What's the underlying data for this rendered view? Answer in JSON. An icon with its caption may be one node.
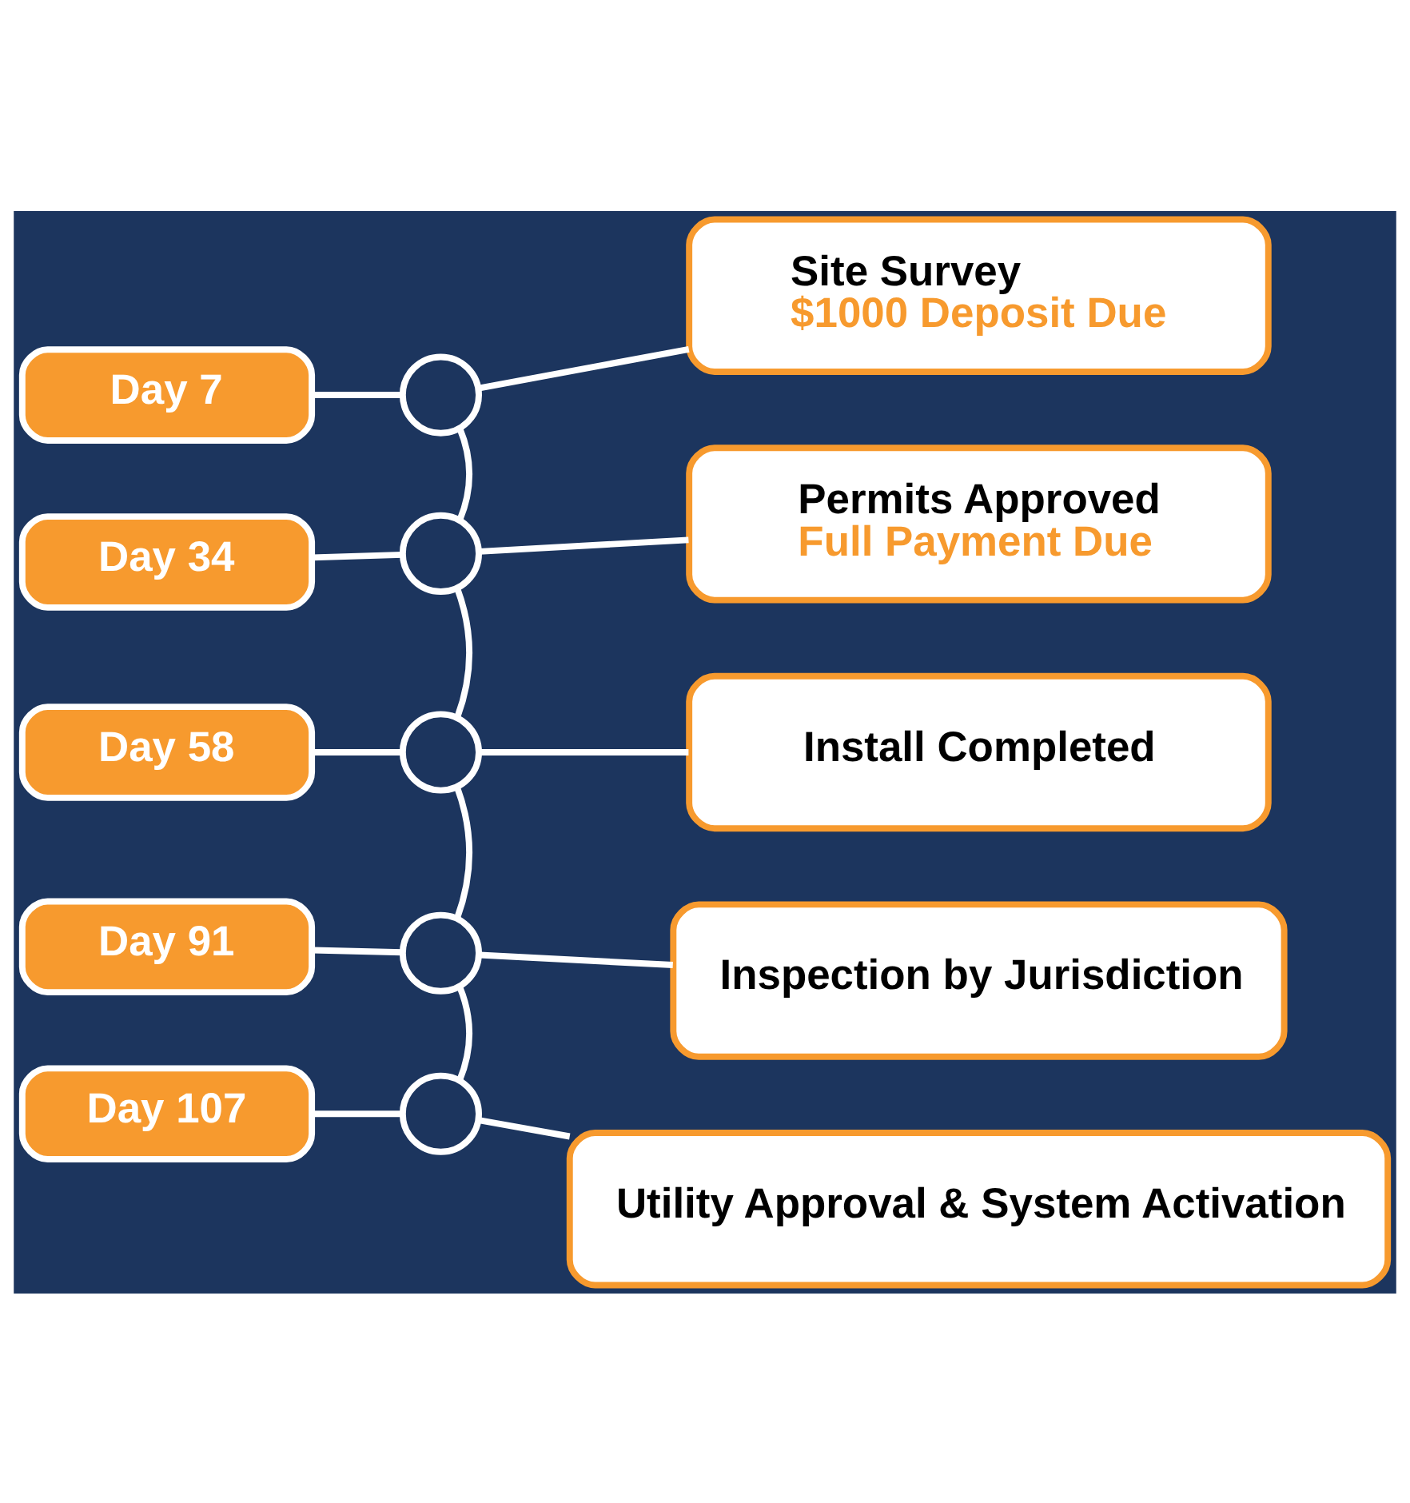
{
  "diagram": {
    "nodes": [
      {
        "text": [
          "Day 7"
        ]
      },
      {
        "text": [],
        "shape": "circle"
      },
      {
        "text": [
          "Site Survey",
          "$1000 Deposit Due"
        ]
      },
      {
        "text": [
          "Day 34"
        ]
      },
      {
        "text": [],
        "shape": "circle"
      },
      {
        "text": [
          "Permits Approved",
          "Full Payment Due"
        ]
      },
      {
        "text": [
          "Day 58"
        ]
      },
      {
        "text": [],
        "shape": "circle"
      },
      {
        "text": [
          "Install Completed"
        ]
      },
      {
        "text": [
          "Day 91"
        ]
      },
      {
        "text": [],
        "shape": "circle"
      },
      {
        "text": [
          "Inspection by Jurisdiction"
        ]
      },
      {
        "text": [
          "Day 107"
        ]
      },
      {
        "text": [],
        "shape": "circle"
      },
      {
        "text": [
          "Utility Approval & System Activation"
        ]
      }
    ],
    "edges": [
      {
        "from": 0,
        "to": 1,
        "arrow": "none"
      },
      {
        "from": 1,
        "to": 2,
        "arrow": "none"
      },
      {
        "from": 3,
        "to": 4,
        "arrow": "none"
      },
      {
        "from": 4,
        "to": 5,
        "arrow": "none"
      },
      {
        "from": 6,
        "to": 7,
        "arrow": "none"
      },
      {
        "from": 7,
        "to": 8,
        "arrow": "none"
      },
      {
        "from": 9,
        "to": 10,
        "arrow": "none"
      },
      {
        "from": 10,
        "to": 11,
        "arrow": "none"
      },
      {
        "from": 12,
        "to": 13,
        "arrow": "none"
      },
      {
        "from": 13,
        "to": 14,
        "arrow": "none"
      },
      {
        "from": 1,
        "to": 4,
        "arrow": "none"
      },
      {
        "from": 4,
        "to": 7,
        "arrow": "none"
      },
      {
        "from": 7,
        "to": 10,
        "arrow": "none"
      },
      {
        "from": 10,
        "to": 13,
        "arrow": "none"
      }
    ]
  }
}
